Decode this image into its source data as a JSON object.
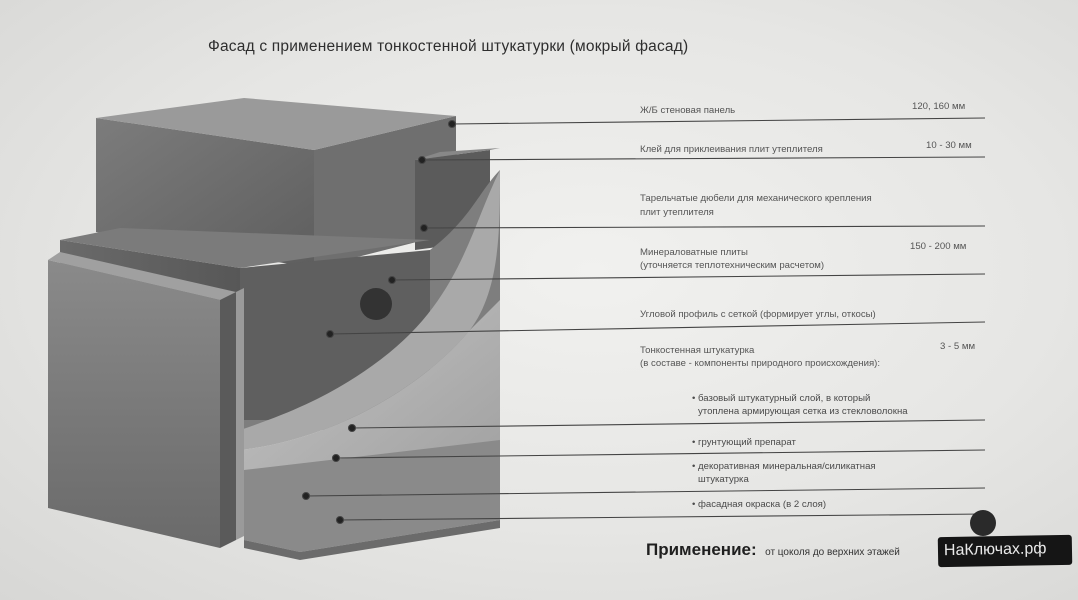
{
  "title": "Фасад с применением тонкостенной штукатурки (мокрый фасад)",
  "labels": {
    "panel": {
      "text": "Ж/Б стеновая панель",
      "value": "120, 160 мм"
    },
    "glue": {
      "text": "Клей для приклеивания плит утеплителя",
      "value": "10 - 30 мм"
    },
    "dowels": {
      "line1": "Тарельчатые дюбели для механического крепления",
      "line2": "плит утеплителя"
    },
    "mineral": {
      "line1": "Минераловатные плиты",
      "line2": "(уточняется теплотехническим расчетом)",
      "value": "150 - 200 мм"
    },
    "corner": {
      "text": "Угловой профиль с сеткой (формирует углы, откосы)"
    },
    "plaster": {
      "line1": "Тонкостенная штукатурка",
      "line2": "(в составе - компоненты природного происхождения):",
      "value": "3 - 5 мм"
    },
    "base_layer": {
      "line1": "• базовый штукатурный слой, в который",
      "line2": "утоплена армирующая сетка из стекловолокна"
    },
    "primer": {
      "text": "• грунтующий препарат"
    },
    "decorative": {
      "line1": "• декоративная минеральная/силикатная",
      "line2": "штукатурка"
    },
    "paint": {
      "text": "• фасадная окраска (в 2 слоя)"
    }
  },
  "footer": {
    "heading": "Применение:",
    "text": "от цоколя до верхних этажей",
    "watermark": "НаКлючах.рф"
  },
  "colors": {
    "concrete": "#8e8e8e",
    "insulation": "#6e6e6e",
    "plaster": "#b2b2b2",
    "line": "#444444"
  }
}
